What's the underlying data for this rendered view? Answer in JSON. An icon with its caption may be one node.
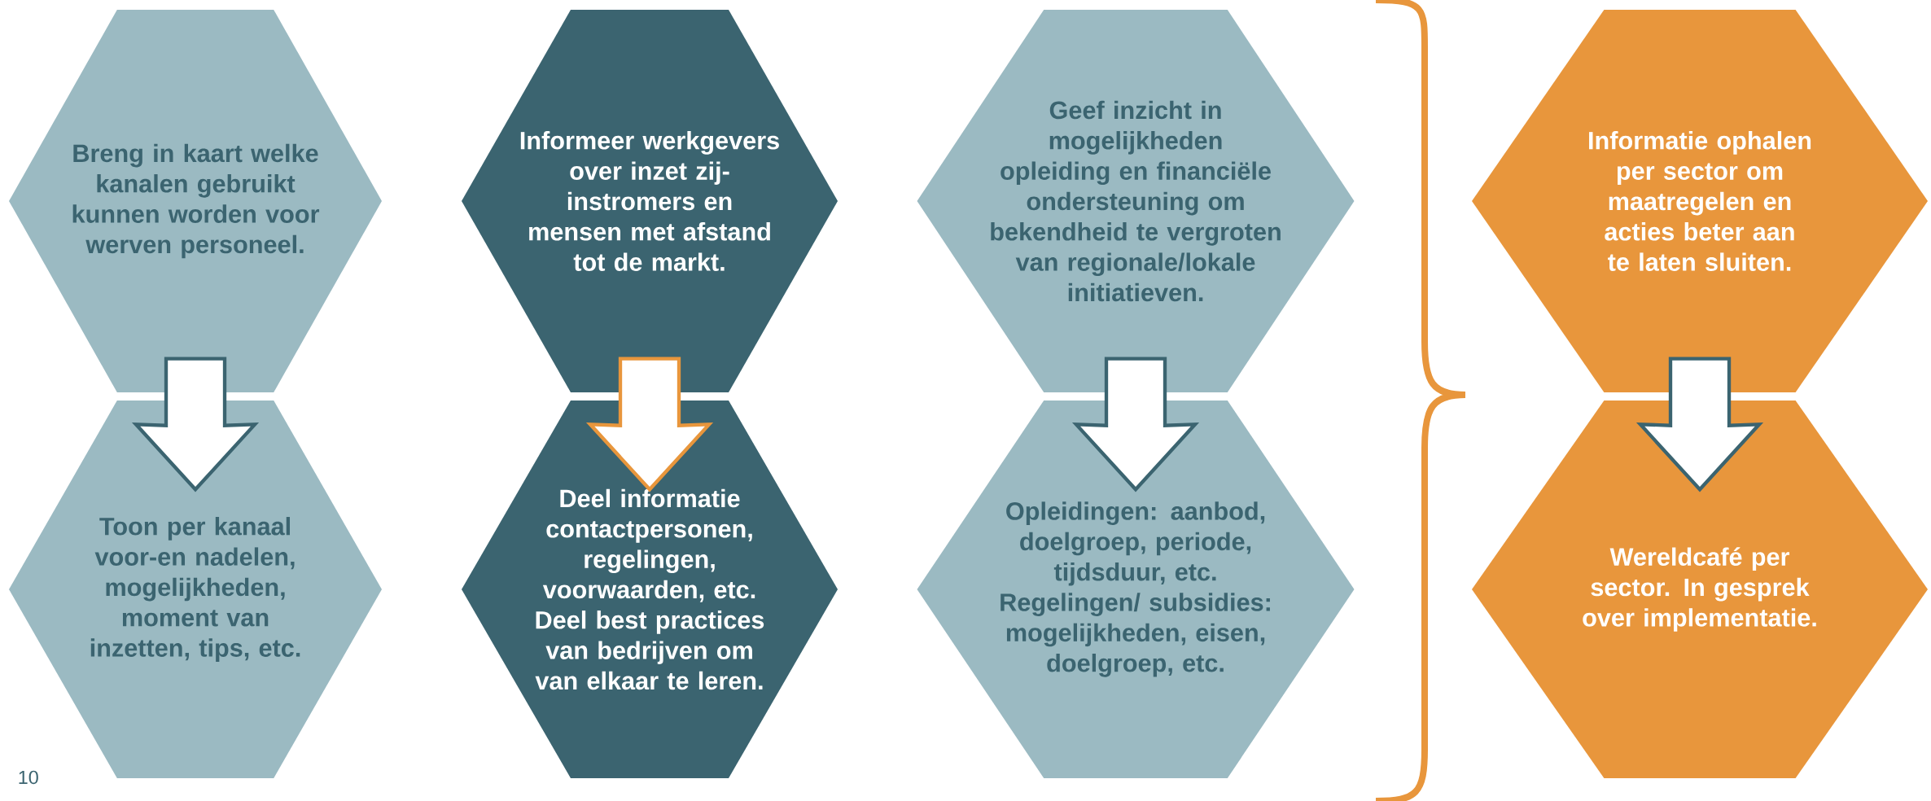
{
  "diagram": {
    "nodes": [
      {
        "text": [
          "Breng in kaart welke kanalen gebruikt kunnen worden voor werven personeel."
        ]
      },
      {
        "text": [
          "Informeer werkgevers over inzet zij-instromers en mensen met afstand tot de markt."
        ]
      },
      {
        "text": [
          "Geef inzicht in mogelijkheden opleiding en financiële ondersteuning om bekendheid te vergroten van regionale/lokale initiatieven."
        ]
      },
      {
        "text": [
          "Informatie ophalen per sector om maatregelen en acties beter aan te laten sluiten."
        ]
      },
      {
        "text": [
          "Toon per kanaal voor-en nadelen, mogelijkheden, moment van inzetten, tips, etc."
        ]
      },
      {
        "text": [
          "Deel informatie contactpersonen, regelingen, voorwaarden, etc. Deel best practices van bedrijven om van elkaar te leren."
        ]
      },
      {
        "text": [
          "Opleidingen: aanbod, doelgroep, periode, tijdsduur, etc. Regelingen/ subsidies: mogelijkheden, eisen, doelgroep,  etc."
        ]
      },
      {
        "text": [
          "Wereldcafé per sector. In gesprek over implementatie."
        ]
      }
    ],
    "edges": [
      {
        "from": 0,
        "to": 4,
        "arrow": "to"
      },
      {
        "from": 1,
        "to": 5,
        "arrow": "to",
        "color": "#e8963c"
      },
      {
        "from": 2,
        "to": 6,
        "arrow": "to"
      },
      {
        "from": 3,
        "to": 7,
        "arrow": "to"
      }
    ],
    "labels": [
      "10"
    ]
  }
}
